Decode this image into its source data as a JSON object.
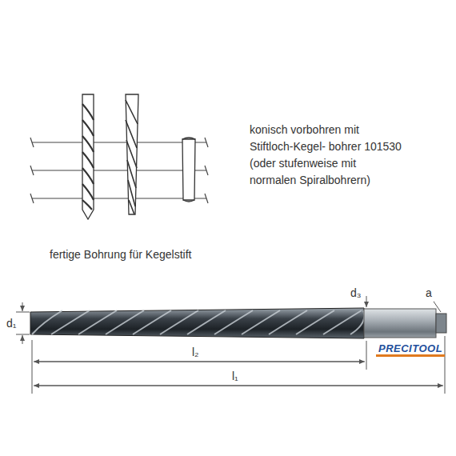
{
  "diagram": {
    "labels": [
      "konisch vorbohren mit Stiftloch-Kegel- bohrer 101530 (oder stufenweise mit normalen Spiralbohrern)",
      "fertige Bohrung für Kegelstift",
      "d₁",
      "d₃",
      "a",
      "l₂",
      "l₁",
      "PRECITOOL"
    ]
  }
}
